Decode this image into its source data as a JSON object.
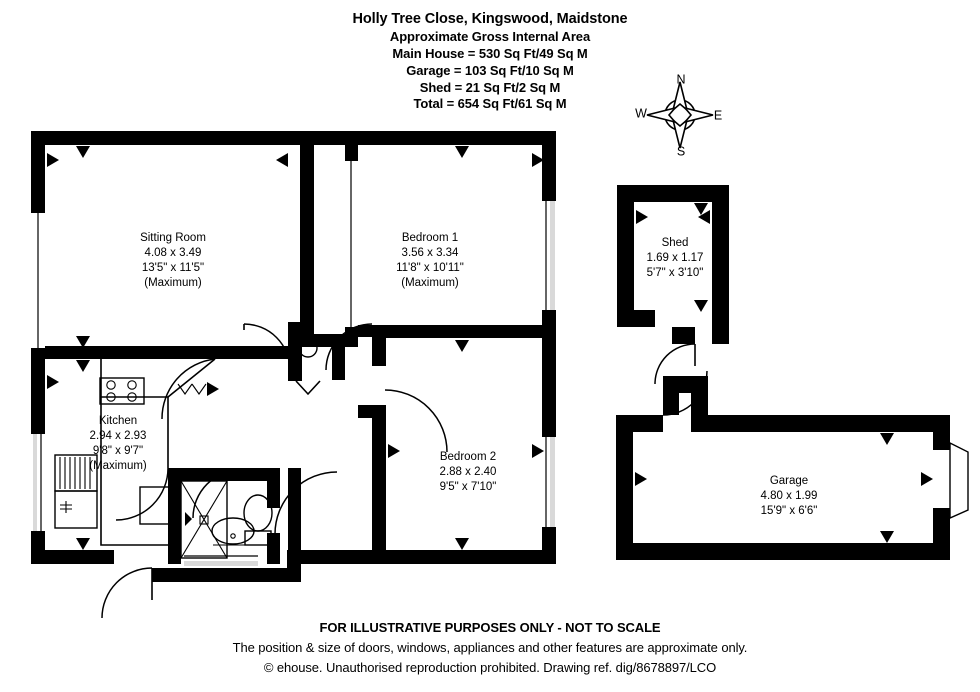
{
  "header": {
    "title": "Holly Tree Close, Kingswood, Maidstone",
    "subtitle": "Approximate Gross Internal Area",
    "areas": [
      "Main House = 530 Sq Ft/49 Sq M",
      "Garage = 103 Sq Ft/10 Sq M",
      "Shed = 21 Sq Ft/2 Sq M",
      "Total = 654 Sq Ft/61 Sq M"
    ]
  },
  "compass": {
    "north": "N",
    "east": "E",
    "south": "S",
    "west": "W"
  },
  "rooms": [
    {
      "id": "sitting-room",
      "name": "Sitting Room",
      "metric": "4.08 x 3.49",
      "imperial": "13'5\" x 11'5\"",
      "note": "(Maximum)"
    },
    {
      "id": "bedroom-1",
      "name": "Bedroom 1",
      "metric": "3.56 x 3.34",
      "imperial": "11'8\" x 10'11\"",
      "note": "(Maximum)"
    },
    {
      "id": "kitchen",
      "name": "Kitchen",
      "metric": "2.94 x 2.93",
      "imperial": "9'8\" x 9'7\"",
      "note": "(Maximum)"
    },
    {
      "id": "bedroom-2",
      "name": "Bedroom 2",
      "metric": "2.88 x 2.40",
      "imperial": "9'5\" x 7'10\"",
      "note": ""
    },
    {
      "id": "shed",
      "name": "Shed",
      "metric": "1.69 x 1.17",
      "imperial": "5'7\" x 3'10\"",
      "note": ""
    },
    {
      "id": "garage",
      "name": "Garage",
      "metric": "4.80 x 1.99",
      "imperial": "15'9\" x 6'6\"",
      "note": ""
    }
  ],
  "footer": {
    "disclaimer": "FOR ILLUSTRATIVE PURPOSES ONLY - NOT TO SCALE",
    "note": "The position & size of doors, windows, appliances and other features are approximate only.",
    "copyright": "© ehouse. Unauthorised reproduction prohibited. Drawing ref. dig/8678897/LCO"
  },
  "colors": {
    "wall": "#000000",
    "background": "#ffffff",
    "window_glass": "#d9d9d9"
  }
}
